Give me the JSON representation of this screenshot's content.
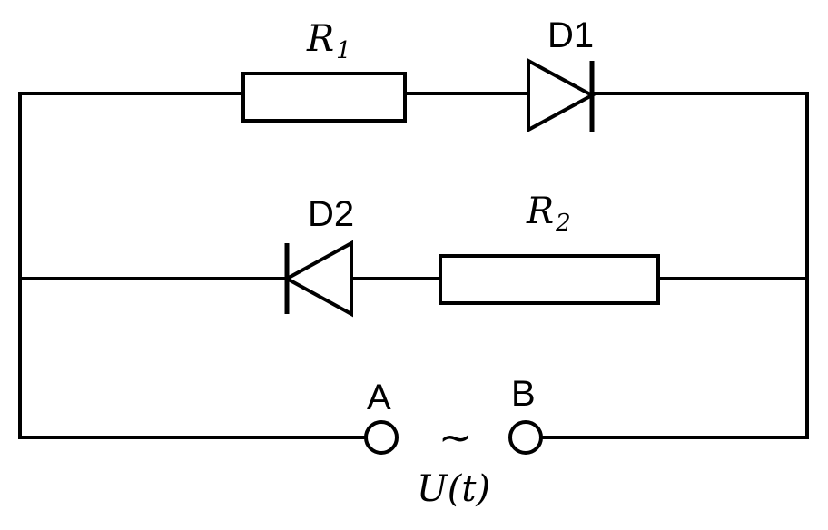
{
  "diagram": {
    "resistor1": {
      "symbol": "R",
      "subscript": "1"
    },
    "resistor2": {
      "symbol": "R",
      "subscript": "2"
    },
    "diode1": {
      "label": "D1"
    },
    "diode2": {
      "label": "D2"
    },
    "terminal_a": {
      "label": "A"
    },
    "terminal_b": {
      "label": "B"
    },
    "source": {
      "ac_symbol": "~",
      "voltage": "U(t)"
    }
  }
}
